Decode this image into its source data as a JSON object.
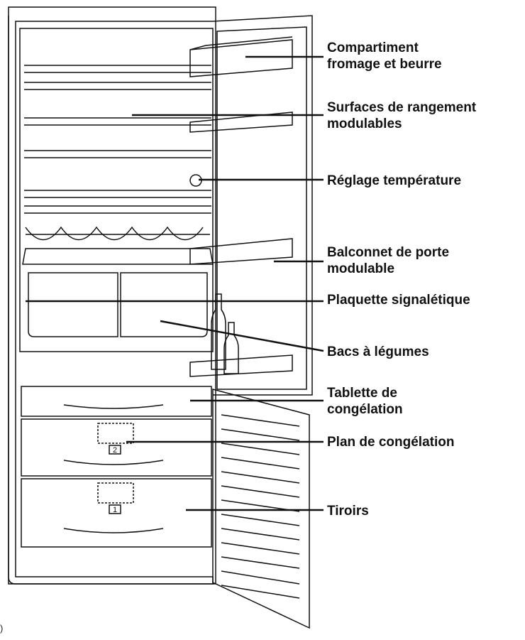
{
  "colors": {
    "ink": "#111111",
    "paper": "#ffffff",
    "shade": "#e6e6e6"
  },
  "labels": [
    {
      "id": "compartiment",
      "lines": [
        "Compartiment",
        "fromage et beurre"
      ]
    },
    {
      "id": "surfaces",
      "lines": [
        "Surfaces de rangement",
        "modulables"
      ]
    },
    {
      "id": "reglage",
      "lines": [
        "Réglage température"
      ]
    },
    {
      "id": "balconnet",
      "lines": [
        "Balconnet de porte",
        "modulable"
      ]
    },
    {
      "id": "plaquette",
      "lines": [
        "Plaquette signalétique"
      ]
    },
    {
      "id": "bacs",
      "lines": [
        "Bacs à légumes"
      ]
    },
    {
      "id": "tablette",
      "lines": [
        "Tablette de",
        "congélation"
      ]
    },
    {
      "id": "plan",
      "lines": [
        "Plan de congélation"
      ]
    },
    {
      "id": "tiroirs",
      "lines": [
        "Tiroirs"
      ]
    }
  ],
  "drawer_numbers": [
    "2",
    "1"
  ],
  "stray_mark": ")"
}
